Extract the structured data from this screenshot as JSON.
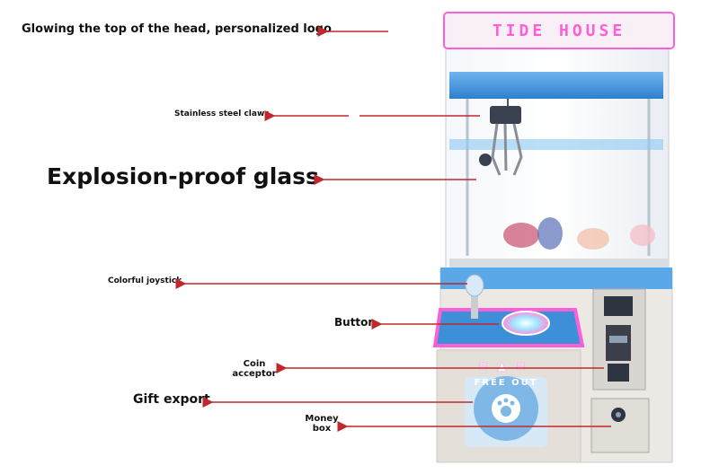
{
  "labels": {
    "top_logo": "Glowing the top of the head, personalized logo",
    "claws": "Stainless steel claws",
    "glass": "Explosion-proof glass",
    "joystick": "Colorful joystick",
    "button": "Button",
    "coin_acceptor": "Coin acceptor",
    "gift_export": "Gift export",
    "money_box": "Money box"
  },
  "machine": {
    "sign_text": "TIDE HOUSE",
    "front_text": "FREE OUT"
  },
  "colors": {
    "arrow": "#c0282d",
    "neon_pink": "#ff5fd6",
    "blue_band": "#3d8fd8",
    "cabinet": "#ece8e3"
  }
}
